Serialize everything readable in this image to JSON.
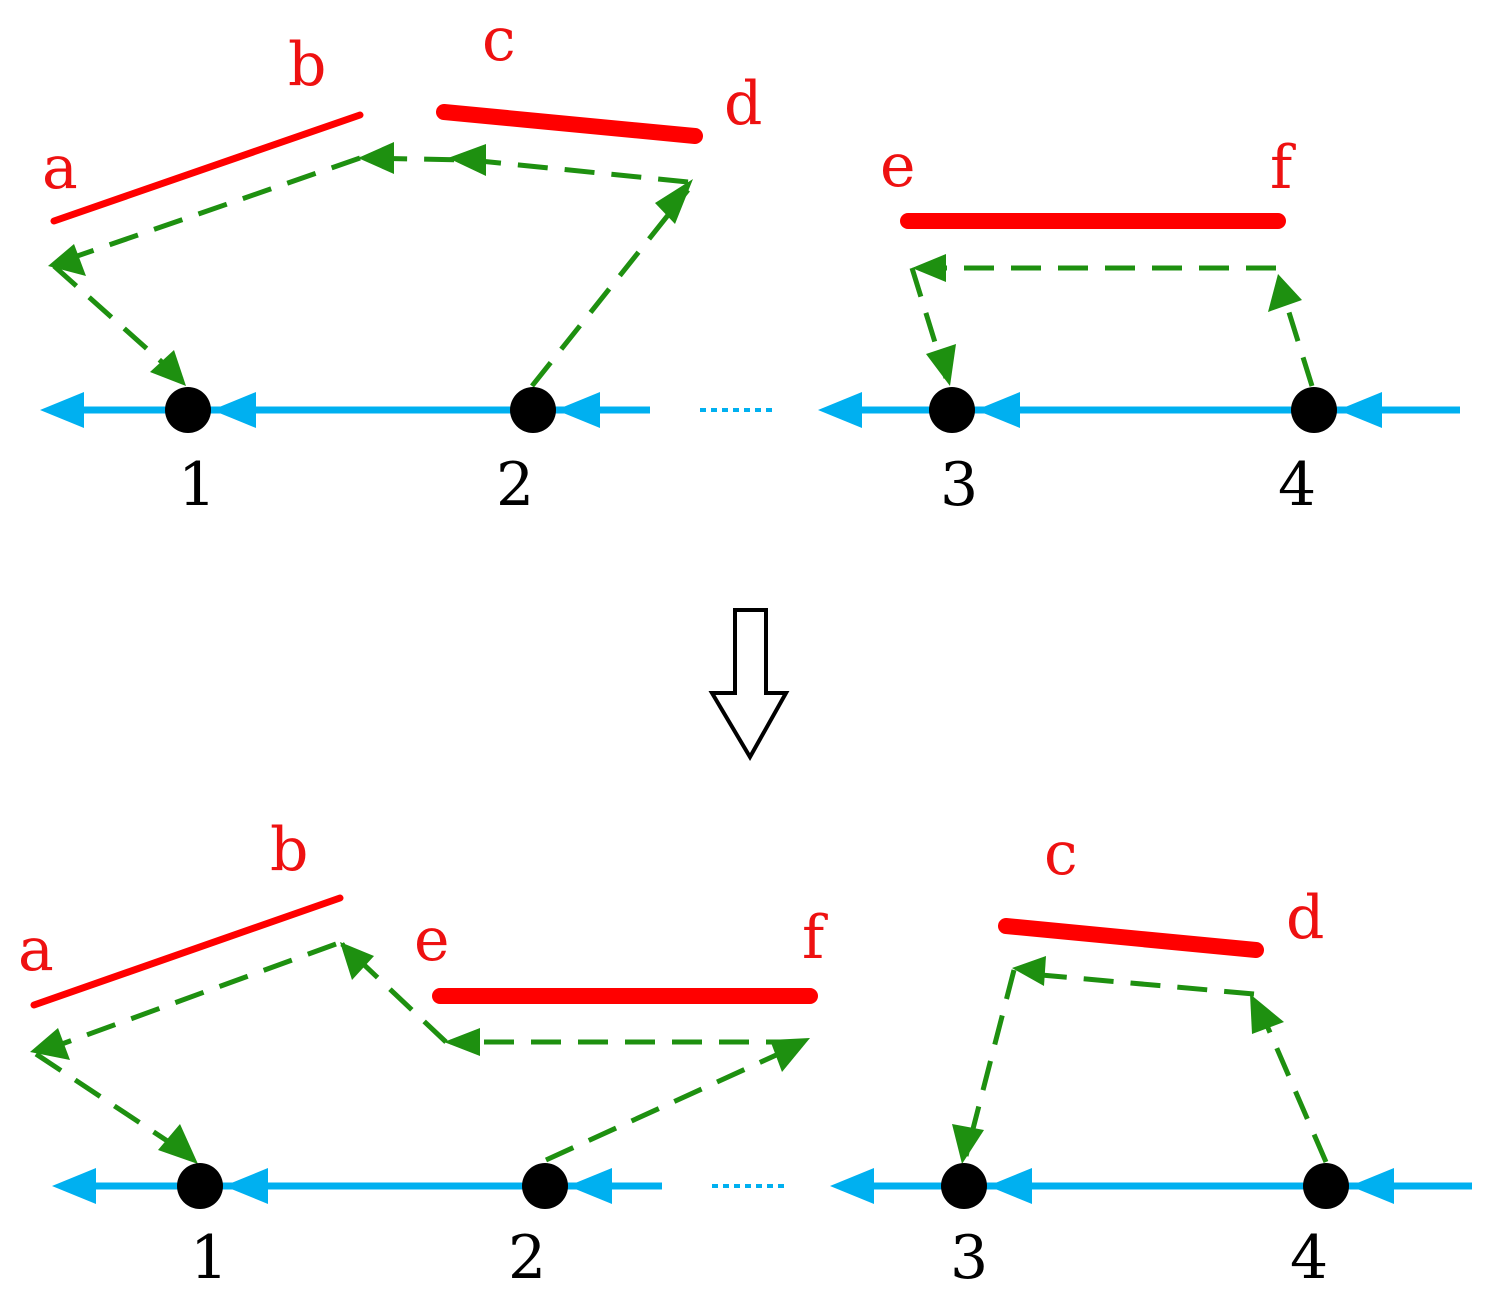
{
  "segment_labels": {
    "top": {
      "a": "a",
      "b": "b",
      "c": "c",
      "d": "d",
      "e": "e",
      "f": "f"
    },
    "bottom": {
      "a": "a",
      "b": "b",
      "c": "c",
      "d": "d",
      "e": "e",
      "f": "f"
    }
  },
  "node_labels": {
    "top": [
      "1",
      "2",
      "3",
      "4"
    ],
    "bottom": [
      "1",
      "2",
      "3",
      "4"
    ]
  },
  "colors": {
    "segment": "#ff0000",
    "segment_label": "#ee1111",
    "axis": "#00b0f0",
    "route": "#1e9010",
    "node": "#000000"
  },
  "transform_arrow_icon": "hollow-down-arrow"
}
